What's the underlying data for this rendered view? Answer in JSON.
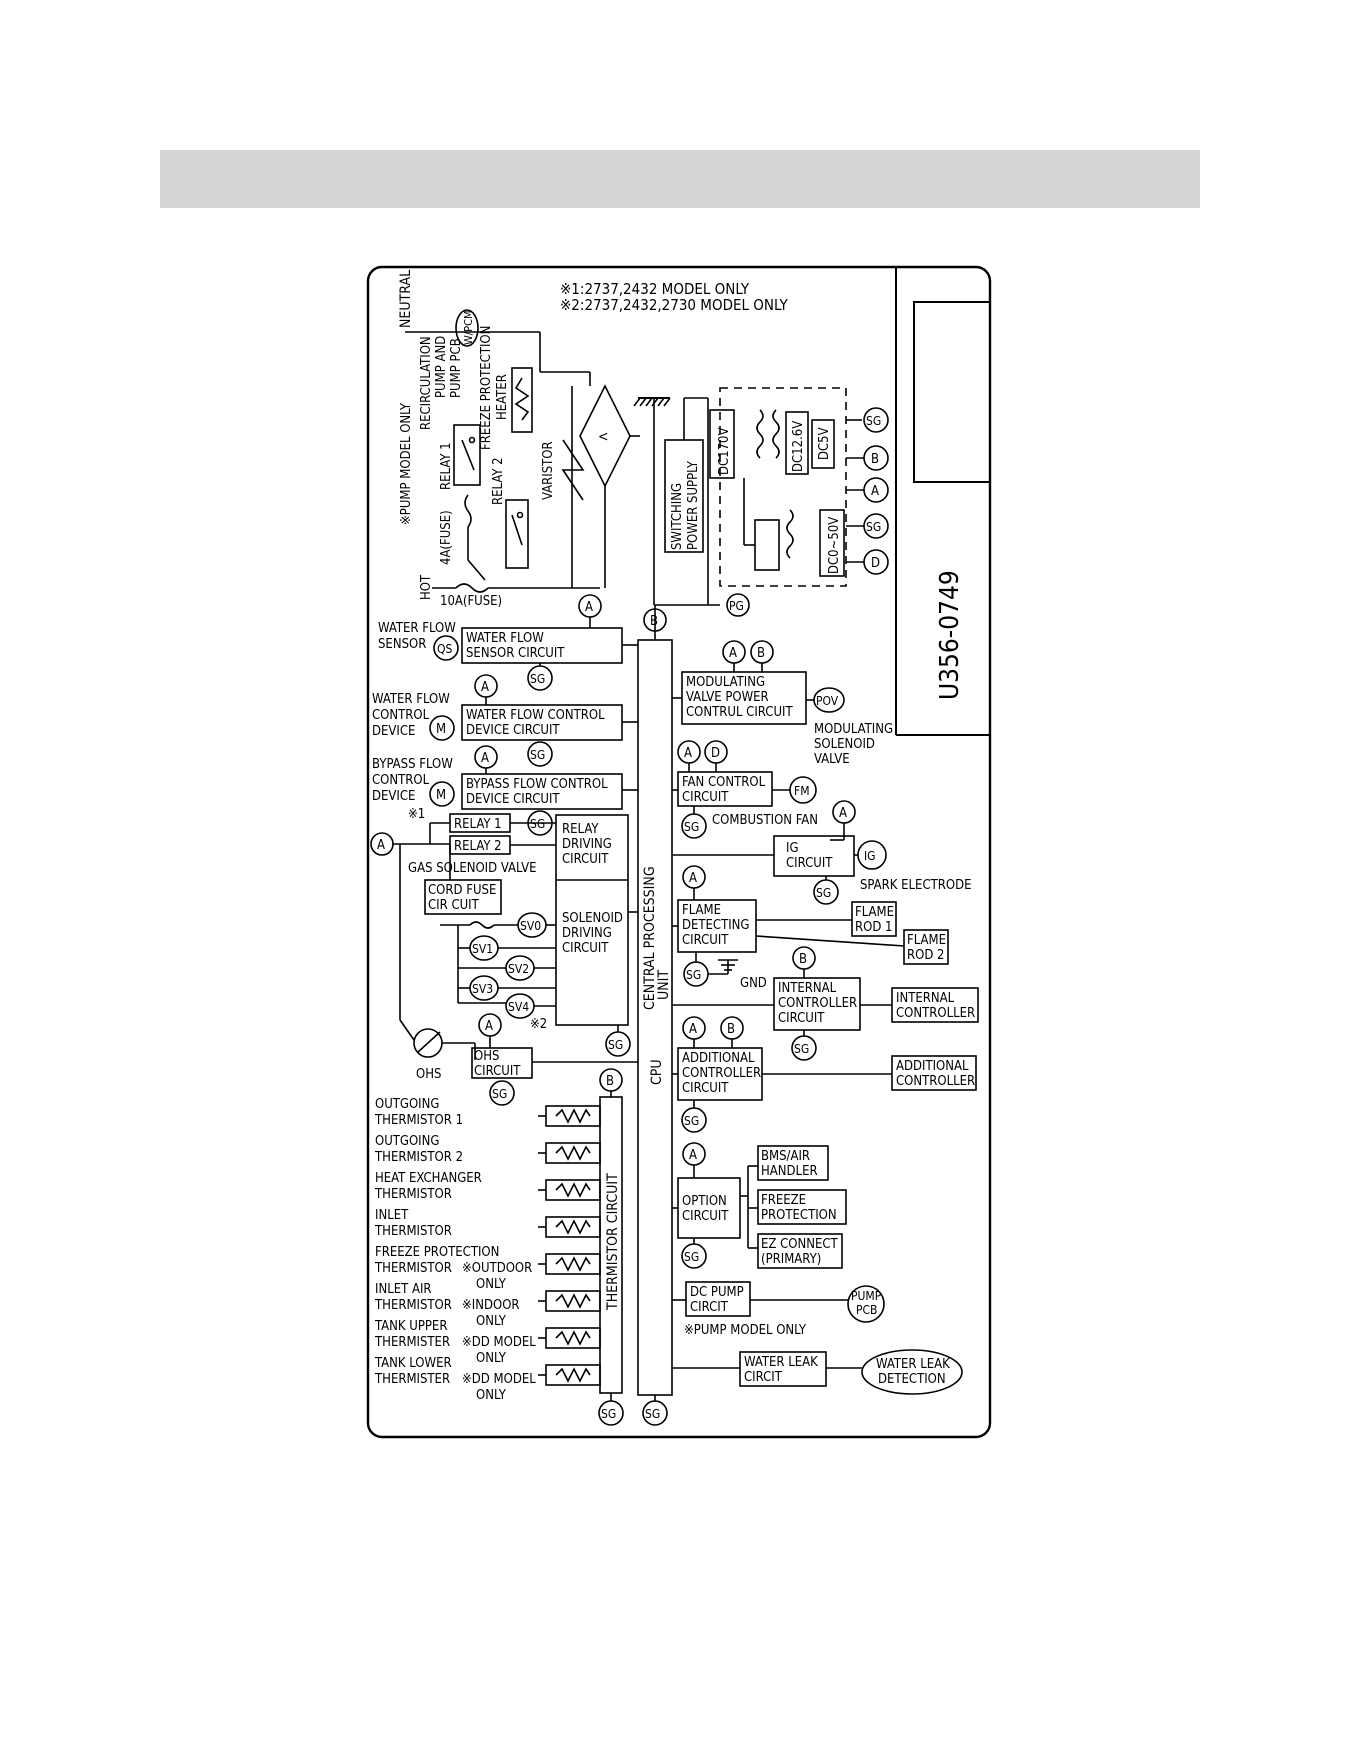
{
  "header": {
    "band_color": "#d6d6d6"
  },
  "diagram": {
    "drawing_number": "U356-0749",
    "notes": [
      "※1:2737,2432 MODEL ONLY",
      "※2:2737,2432,2730 MODEL ONLY"
    ],
    "power": {
      "neutral": "NEUTRAL",
      "hot": "HOT",
      "fuse_10a": "10A(FUSE)",
      "fuse_4a": "4A(FUSE)",
      "pump_model_only": "※PUMP MODEL ONLY",
      "recirc_lines": [
        "RECIRCULATION",
        "PUMP AND",
        "PUMP PCB"
      ],
      "freeze_protection": "FREEZE PROTECTION",
      "heater": "HEATER",
      "relay1": "RELAY 1",
      "relay2": "RELAY 2",
      "varistor": "VARISTOR",
      "switching_supply": [
        "SWITCHING",
        "POWER SUPPLY"
      ],
      "dc170": "DC170V",
      "dc12": "DC12.6V",
      "dc5": "DC5V",
      "dc050": "DC0~50V",
      "wpcm": "W/PCM"
    },
    "terminals": {
      "a": "A",
      "b": "B",
      "d": "D",
      "sg": "SG",
      "pg": "PG",
      "qs": "QS",
      "m": "M",
      "pov": "POV",
      "fm": "FM",
      "ig": "IG",
      "gnd": "GND",
      "ohs": "OHS"
    },
    "left": {
      "water_flow_sensor": [
        "WATER FLOW",
        "SENSOR"
      ],
      "water_flow_sensor_circuit": [
        "WATER FLOW",
        "SENSOR CIRCUIT"
      ],
      "water_flow_control_device": [
        "WATER FLOW",
        "CONTROL",
        "DEVICE"
      ],
      "water_flow_control_circuit": [
        "WATER FLOW CONTROL",
        "DEVICE CIRCUIT"
      ],
      "bypass_flow_control_device": [
        "BYPASS FLOW",
        "CONTROL",
        "DEVICE"
      ],
      "bypass_note": "※1",
      "bypass_flow_control_circuit": [
        "BYPASS FLOW CONTROL",
        "DEVICE CIRCUIT"
      ],
      "relay1": "RELAY 1",
      "relay2": "RELAY 2",
      "gas_solenoid_valve": "GAS SOLENOID VALVE",
      "relay_driving": [
        "RELAY",
        "DRIVING",
        "CIRCUIT"
      ],
      "cord_fuse": [
        "CORD FUSE",
        "CIR CUIT"
      ],
      "solenoid_driving": [
        "SOLENOID",
        "DRIVING",
        "CIRCUIT"
      ],
      "sv": [
        "SV0",
        "SV1",
        "SV2",
        "SV3",
        "SV4"
      ],
      "sv4_note": "※2",
      "ohs_circuit": [
        "OHS",
        "CIRCUIT"
      ],
      "cpu_vertical": [
        "CENTRAL PROCESSING",
        "UNIT"
      ],
      "cpu": "CPU",
      "thermistor_circuit": "THERMISTOR CIRCUIT",
      "thermistors": [
        {
          "lines": [
            "OUTGOING",
            "THERMISTOR 1"
          ],
          "note": []
        },
        {
          "lines": [
            "OUTGOING",
            "THERMISTOR 2"
          ],
          "note": []
        },
        {
          "lines": [
            "HEAT EXCHANGER",
            "THERMISTOR"
          ],
          "note": []
        },
        {
          "lines": [
            "INLET",
            "THERMISTOR"
          ],
          "note": []
        },
        {
          "lines": [
            "FREEZE PROTECTION",
            "THERMISTOR"
          ],
          "note": [
            "※OUTDOOR",
            "ONLY"
          ]
        },
        {
          "lines": [
            "INLET AIR",
            "THERMISTOR"
          ],
          "note": [
            "※INDOOR",
            "ONLY"
          ]
        },
        {
          "lines": [
            "TANK UPPER",
            "THERMISTER"
          ],
          "note": [
            "※DD MODEL",
            "ONLY"
          ]
        },
        {
          "lines": [
            "TANK LOWER",
            "THERMISTER"
          ],
          "note": [
            "※DD MODEL",
            "ONLY"
          ]
        }
      ]
    },
    "right": {
      "modulating_valve_power": [
        "MODULATING",
        "VALVE POWER",
        "CONTRUL CIRCUIT"
      ],
      "modulating_solenoid_valve": [
        "MODULATING",
        "SOLENOID",
        "VALVE"
      ],
      "fan_control": [
        "FAN CONTROL",
        "CIRCUIT"
      ],
      "combustion_fan": "COMBUSTION FAN",
      "ig_circuit": [
        "IG",
        "CIRCUIT"
      ],
      "spark_electrode": "SPARK ELECTRODE",
      "flame_detecting": [
        "FLAME",
        "DETECTING",
        "CIRCUIT"
      ],
      "flame_rod1": [
        "FLAME",
        "ROD 1"
      ],
      "flame_rod2": [
        "FLAME",
        "ROD 2"
      ],
      "internal_controller_circuit": [
        "INTERNAL",
        "CONTROLLER",
        "CIRCUIT"
      ],
      "internal_controller": [
        "INTERNAL",
        "CONTROLLER"
      ],
      "additional_controller_circuit": [
        "ADDITIONAL",
        "CONTROLLER",
        "CIRCUIT"
      ],
      "additional_controller": [
        "ADDITIONAL",
        "CONTROLLER"
      ],
      "option_circuit": [
        "OPTION",
        "CIRCUIT"
      ],
      "bms_air_handler": [
        "BMS/AIR",
        "HANDLER"
      ],
      "freeze_protection": [
        "FREEZE",
        "PROTECTION"
      ],
      "ez_connect": [
        "EZ CONNECT",
        "(PRIMARY)"
      ],
      "dc_pump": [
        "DC PUMP",
        "CIRCIT"
      ],
      "pump_pcb": [
        "PUMP",
        "PCB"
      ],
      "pump_model_only": "※PUMP MODEL ONLY",
      "water_leak_circit": [
        "WATER LEAK",
        "CIRCIT"
      ],
      "water_leak_detection": [
        "WATER LEAK",
        "DETECTION"
      ]
    }
  }
}
